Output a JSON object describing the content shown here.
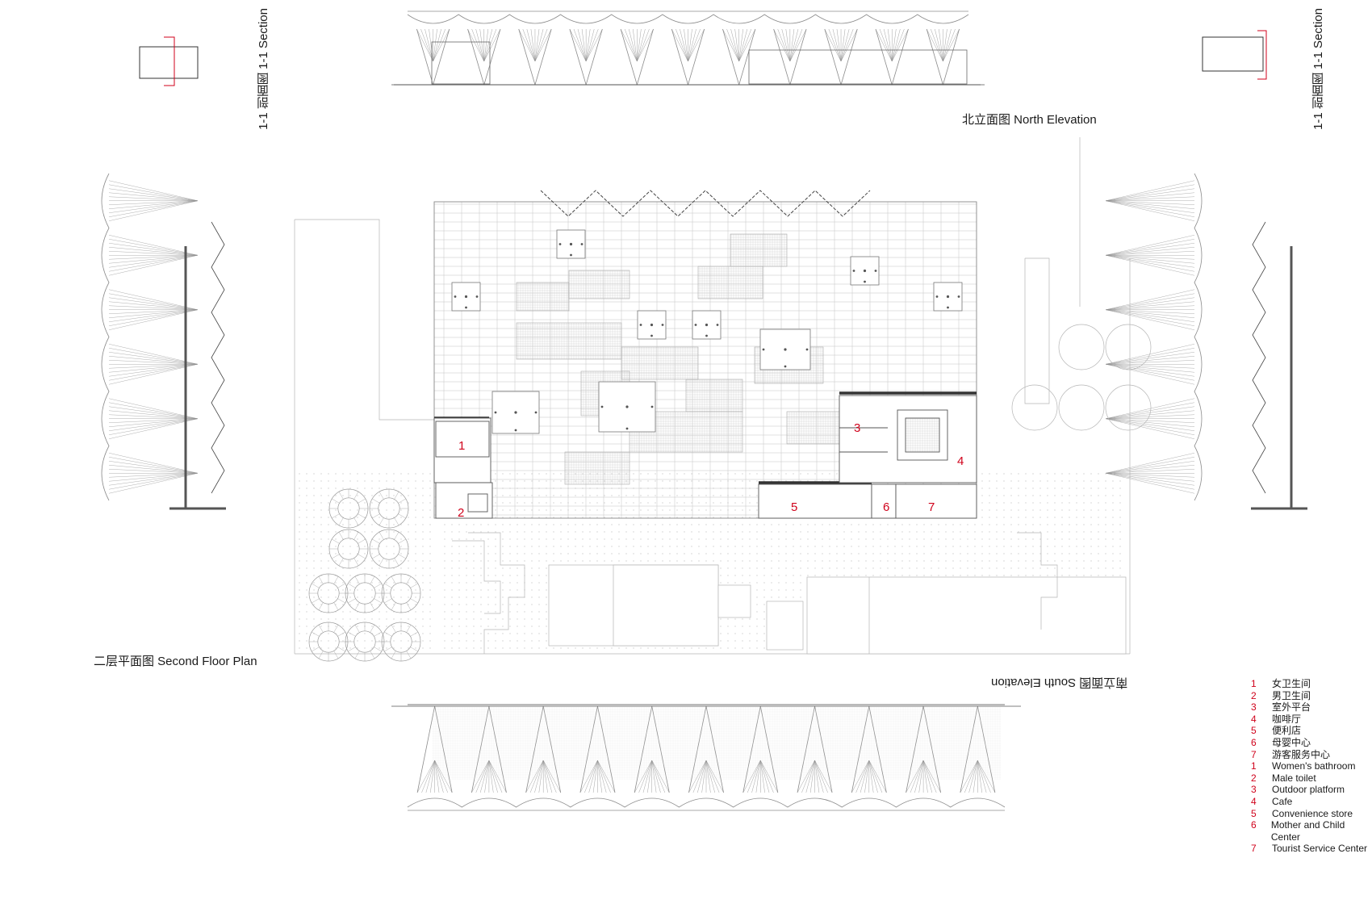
{
  "labels": {
    "north_elevation": "北立面图 North Elevation",
    "south_elevation": "南立面图 South Elevation",
    "second_floor_plan": "二层平面图 Second Floor Plan",
    "section_left": "1-1 剖面图 1-1 Section",
    "section_right": "1-1 剖面图 1-1 Section"
  },
  "room_numbers": [
    "1",
    "2",
    "3",
    "4",
    "5",
    "6",
    "7"
  ],
  "legend": [
    {
      "num": "1",
      "text": "女卫生间"
    },
    {
      "num": "2",
      "text": "男卫生间"
    },
    {
      "num": "3",
      "text": "室外平台"
    },
    {
      "num": "4",
      "text": "咖啡厅"
    },
    {
      "num": "5",
      "text": "便利店"
    },
    {
      "num": "6",
      "text": "母婴中心"
    },
    {
      "num": "7",
      "text": "游客服务中心"
    },
    {
      "num": "1",
      "text": "Women's bathroom"
    },
    {
      "num": "2",
      "text": "Male toilet"
    },
    {
      "num": "3",
      "text": "Outdoor platform"
    },
    {
      "num": "4",
      "text": "Cafe"
    },
    {
      "num": "5",
      "text": "Convenience store"
    },
    {
      "num": "6",
      "text": "Mother and Child Center"
    },
    {
      "num": "7",
      "text": "Tourist Service Center"
    }
  ],
  "colors": {
    "line": "#8c8c8c",
    "line_dark": "#333333",
    "accent": "#d0021b",
    "wall": "#555555"
  }
}
